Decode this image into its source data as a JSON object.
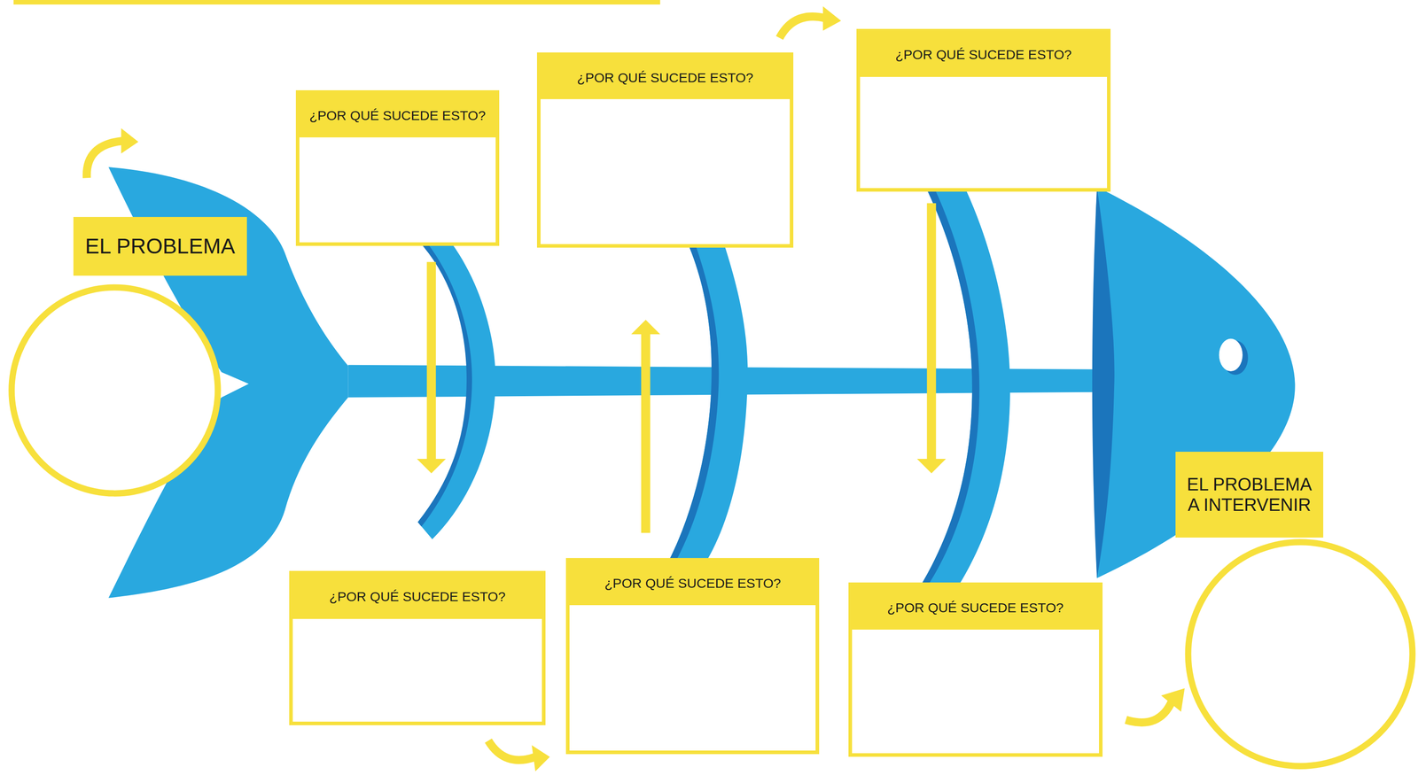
{
  "diagram": {
    "nodes": [
      {
        "text": [
          "EL PROBLEMA"
        ]
      },
      {
        "text": [
          "¿POR QUÉ SUCEDE ESTO?"
        ]
      },
      {
        "text": [
          "¿POR QUÉ SUCEDE ESTO?"
        ]
      },
      {
        "text": [
          "¿POR QUÉ SUCEDE ESTO?"
        ]
      },
      {
        "text": [
          "¿POR QUÉ SUCEDE ESTO?"
        ]
      },
      {
        "text": [
          "¿POR QUÉ SUCEDE ESTO?"
        ]
      },
      {
        "text": [
          "¿POR QUÉ SUCEDE ESTO?"
        ]
      },
      {
        "text": [
          "EL PROBLEMA A INTERVENIR"
        ]
      }
    ]
  }
}
